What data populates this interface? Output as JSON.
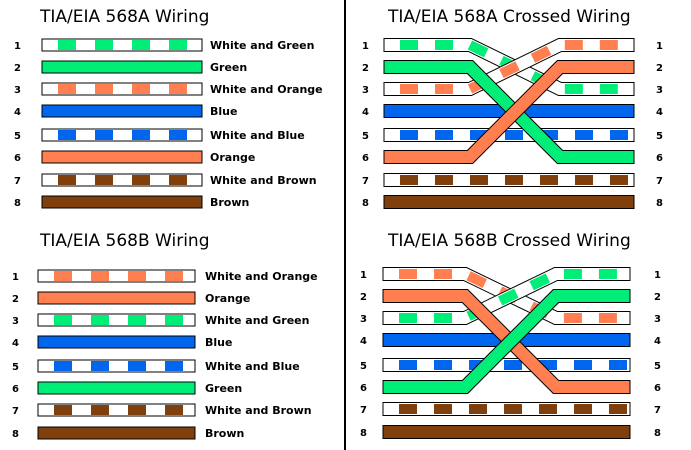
{
  "colors": {
    "green": "#00ee77",
    "orange": "#ff7f50",
    "blue": "#0066ee",
    "brown": "#80400d",
    "white": "#ffffff",
    "outline": "#000000",
    "divider": "#000000"
  },
  "panels": [
    {
      "id": "a-straight",
      "title": "TIA/EIA 568A Wiring",
      "kind": "straight",
      "pins": [
        "1",
        "2",
        "3",
        "4",
        "5",
        "6",
        "7",
        "8"
      ],
      "wires": [
        {
          "pin": "1",
          "label": "White and Green",
          "color": "green",
          "striped": true,
          "icon": "white-green-wire"
        },
        {
          "pin": "2",
          "label": "Green",
          "color": "green",
          "striped": false,
          "icon": "green-wire"
        },
        {
          "pin": "3",
          "label": "White and Orange",
          "color": "orange",
          "striped": true,
          "icon": "white-orange-wire"
        },
        {
          "pin": "4",
          "label": "Blue",
          "color": "blue",
          "striped": false,
          "icon": "blue-wire"
        },
        {
          "pin": "5",
          "label": "White and Blue",
          "color": "blue",
          "striped": true,
          "icon": "white-blue-wire"
        },
        {
          "pin": "6",
          "label": "Orange",
          "color": "orange",
          "striped": false,
          "icon": "orange-wire"
        },
        {
          "pin": "7",
          "label": "White and Brown",
          "color": "brown",
          "striped": true,
          "icon": "white-brown-wire"
        },
        {
          "pin": "8",
          "label": "Brown",
          "color": "brown",
          "striped": false,
          "icon": "brown-wire"
        }
      ]
    },
    {
      "id": "a-crossed",
      "title": "TIA/EIA 568A Crossed Wiring",
      "kind": "crossed",
      "pins": [
        "1",
        "2",
        "3",
        "4",
        "5",
        "6",
        "7",
        "8"
      ],
      "left": [
        {
          "color": "green",
          "striped": true
        },
        {
          "color": "green",
          "striped": false
        },
        {
          "color": "orange",
          "striped": true
        },
        {
          "color": "blue",
          "striped": false
        },
        {
          "color": "blue",
          "striped": true
        },
        {
          "color": "orange",
          "striped": false
        },
        {
          "color": "brown",
          "striped": true
        },
        {
          "color": "brown",
          "striped": false
        }
      ],
      "map": [
        3,
        6,
        1,
        4,
        5,
        2,
        7,
        8
      ]
    },
    {
      "id": "b-straight",
      "title": "TIA/EIA 568B Wiring",
      "kind": "straight",
      "pins": [
        "1",
        "2",
        "3",
        "4",
        "5",
        "6",
        "7",
        "8"
      ],
      "wires": [
        {
          "pin": "1",
          "label": "White and Orange",
          "color": "orange",
          "striped": true,
          "icon": "white-orange-wire"
        },
        {
          "pin": "2",
          "label": "Orange",
          "color": "orange",
          "striped": false,
          "icon": "orange-wire"
        },
        {
          "pin": "3",
          "label": "White and Green",
          "color": "green",
          "striped": true,
          "icon": "white-green-wire"
        },
        {
          "pin": "4",
          "label": "Blue",
          "color": "blue",
          "striped": false,
          "icon": "blue-wire"
        },
        {
          "pin": "5",
          "label": "White and Blue",
          "color": "blue",
          "striped": true,
          "icon": "white-blue-wire"
        },
        {
          "pin": "6",
          "label": "Green",
          "color": "green",
          "striped": false,
          "icon": "green-wire"
        },
        {
          "pin": "7",
          "label": "White and Brown",
          "color": "brown",
          "striped": true,
          "icon": "white-brown-wire"
        },
        {
          "pin": "8",
          "label": "Brown",
          "color": "brown",
          "striped": false,
          "icon": "brown-wire"
        }
      ]
    },
    {
      "id": "b-crossed",
      "title": "TIA/EIA 568B Crossed Wiring",
      "kind": "crossed",
      "pins": [
        "1",
        "2",
        "3",
        "4",
        "5",
        "6",
        "7",
        "8"
      ],
      "left": [
        {
          "color": "orange",
          "striped": true
        },
        {
          "color": "orange",
          "striped": false
        },
        {
          "color": "green",
          "striped": true
        },
        {
          "color": "blue",
          "striped": false
        },
        {
          "color": "blue",
          "striped": true
        },
        {
          "color": "green",
          "striped": false
        },
        {
          "color": "brown",
          "striped": true
        },
        {
          "color": "brown",
          "striped": false
        }
      ],
      "map": [
        3,
        6,
        1,
        4,
        5,
        2,
        7,
        8
      ]
    }
  ]
}
